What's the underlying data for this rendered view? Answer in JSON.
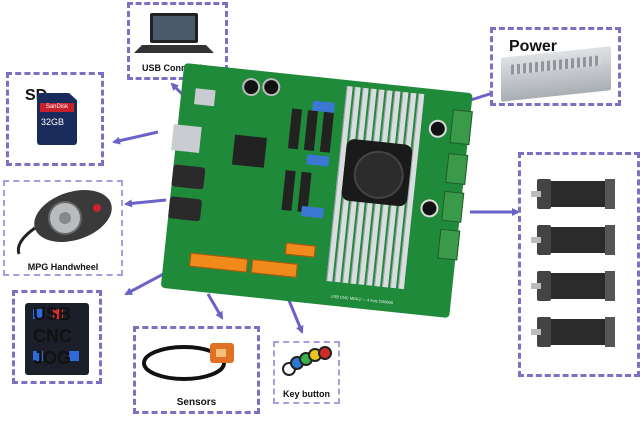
{
  "labels": {
    "usb_connection": "USB Connection",
    "sd": "SD",
    "sd_card_brand": "SanDisk",
    "sd_card_size": "32GB",
    "mpg_handwheel": "MPG Handwheel",
    "usb": "USB",
    "cnc": "CNC",
    "jog": "JOG",
    "sensors": "Sensors",
    "key_button": "Key button",
    "power": "Power",
    "board_text": "USB CNC MDK2 — 4 Axis DA6600"
  },
  "colors": {
    "box_border": "#7b70c4",
    "arrow": "#6b62c9",
    "board": "#1f8a3a",
    "terminal_green": "#3a9a4a",
    "terminal_orange": "#f08a1c"
  },
  "icons": {
    "laptop": "laptop-icon",
    "sd_card": "sd-card-icon",
    "handwheel": "handwheel-icon",
    "jog_pad": "jog-pad-icon",
    "sensor": "proximity-sensor-icon",
    "buttons": "key-buttons-icon",
    "power_supply": "power-supply-icon",
    "stepper": "stepper-motor-icon",
    "fan": "cooling-fan-icon"
  }
}
